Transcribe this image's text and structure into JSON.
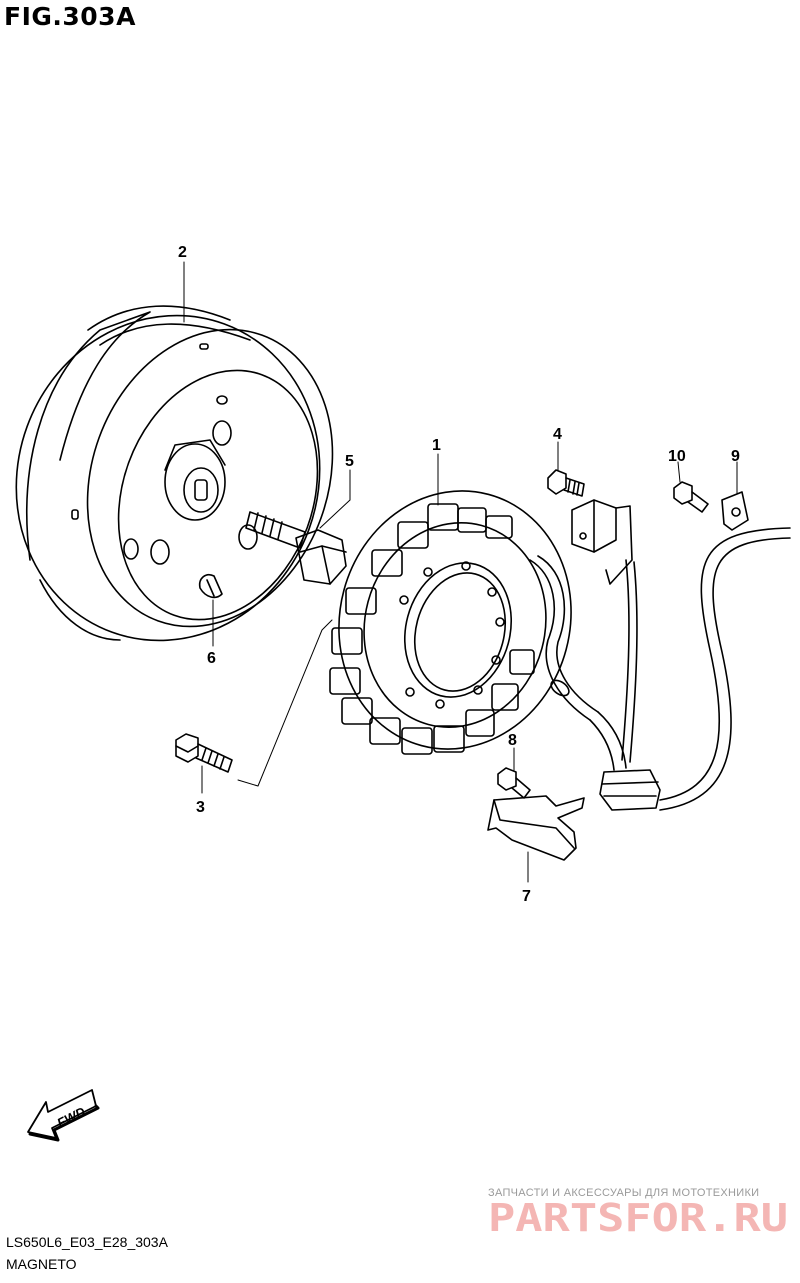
{
  "figure": {
    "title": "FIG.303A"
  },
  "callouts": [
    "1",
    "2",
    "3",
    "4",
    "5",
    "6",
    "7",
    "8",
    "9",
    "10"
  ],
  "direction_marker": {
    "label": "FWD",
    "icon": "fwd-arrow-icon"
  },
  "footer": {
    "code": "LS650L6_E03_E28_303A",
    "name": "MAGNETO"
  },
  "watermark": {
    "tagline": "ЗАПЧАСТИ И АКСЕССУАРЫ ДЛЯ МОТОТЕХНИКИ",
    "logo_text": "PARTSFOR.RU",
    "logo_color": "#f4b6b4"
  },
  "colors": {
    "line": "#000000",
    "background": "#ffffff"
  }
}
